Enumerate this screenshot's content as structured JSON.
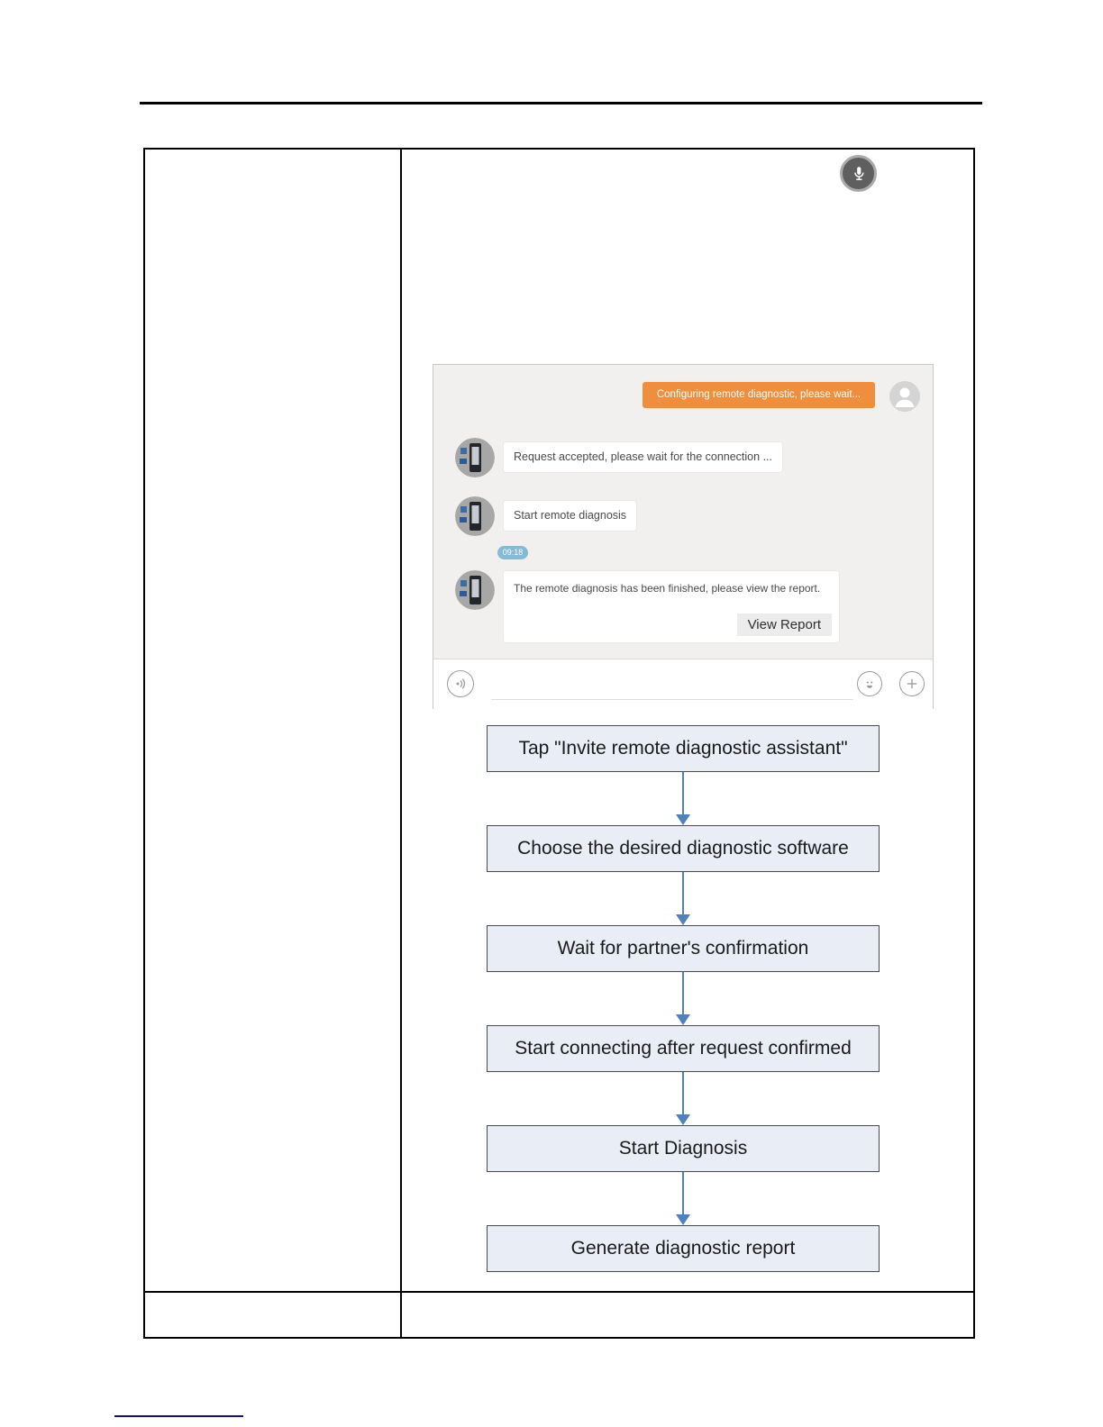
{
  "chat": {
    "outgoing_message": "Configuring remote diagnostic, please wait...",
    "incoming_messages": [
      "Request accepted, please wait for the connection ...",
      "Start remote diagnosis"
    ],
    "timestamp": "09:18",
    "final_message": "The remote diagnosis has been finished, please view the report.",
    "view_report_label": "View Report",
    "icons": {
      "top_right": "microphone-icon",
      "bottom_left": "voice-message-icon",
      "bottom_right_1": "smiley-icon",
      "bottom_right_2": "plus-icon",
      "partner": "partner-avatar",
      "user": "user-avatar"
    }
  },
  "flowchart": {
    "steps": [
      "Tap \"Invite remote diagnostic assistant\"",
      "Choose the desired diagnostic software",
      "Wait for partner's confirmation",
      "Start connecting after request confirmed",
      "Start Diagnosis",
      "Generate diagnostic report"
    ]
  },
  "colors": {
    "outgoing_bubble": "#ef8e3c",
    "flow_box_fill": "#e9edf6",
    "flow_arrow": "#4f81bd",
    "timestamp_pill": "#85bad5",
    "footnote_rule": "#11118a",
    "table_border": "#000000"
  }
}
